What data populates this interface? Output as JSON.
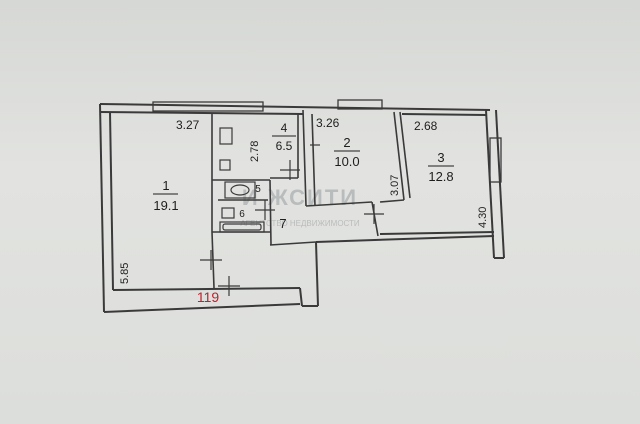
{
  "colors": {
    "paper": "#dcdedb",
    "wall": "#3a3a3a",
    "text": "#1e1e1e",
    "total": "#c0202a",
    "watermark": "#b9bcbc"
  },
  "rooms": [
    {
      "number": "1",
      "area": "19.1"
    },
    {
      "number": "2",
      "area": "10.0"
    },
    {
      "number": "3",
      "area": "12.8"
    },
    {
      "number": "4",
      "area": "6.5"
    },
    {
      "number": "5"
    },
    {
      "number": "6"
    },
    {
      "number": "7"
    }
  ],
  "dimensions": [
    "3.27",
    "2.78",
    "3.26",
    "3.07",
    "2.68",
    "4.30",
    "5.85"
  ],
  "total": "119",
  "watermark": {
    "brand": "И  ЖСИТИ",
    "tagline": "АГЕНТСТВО НЕДВИЖИМОСТИ"
  },
  "icons": [
    "toilet-icon",
    "bathtub-icon",
    "sink-icon"
  ]
}
